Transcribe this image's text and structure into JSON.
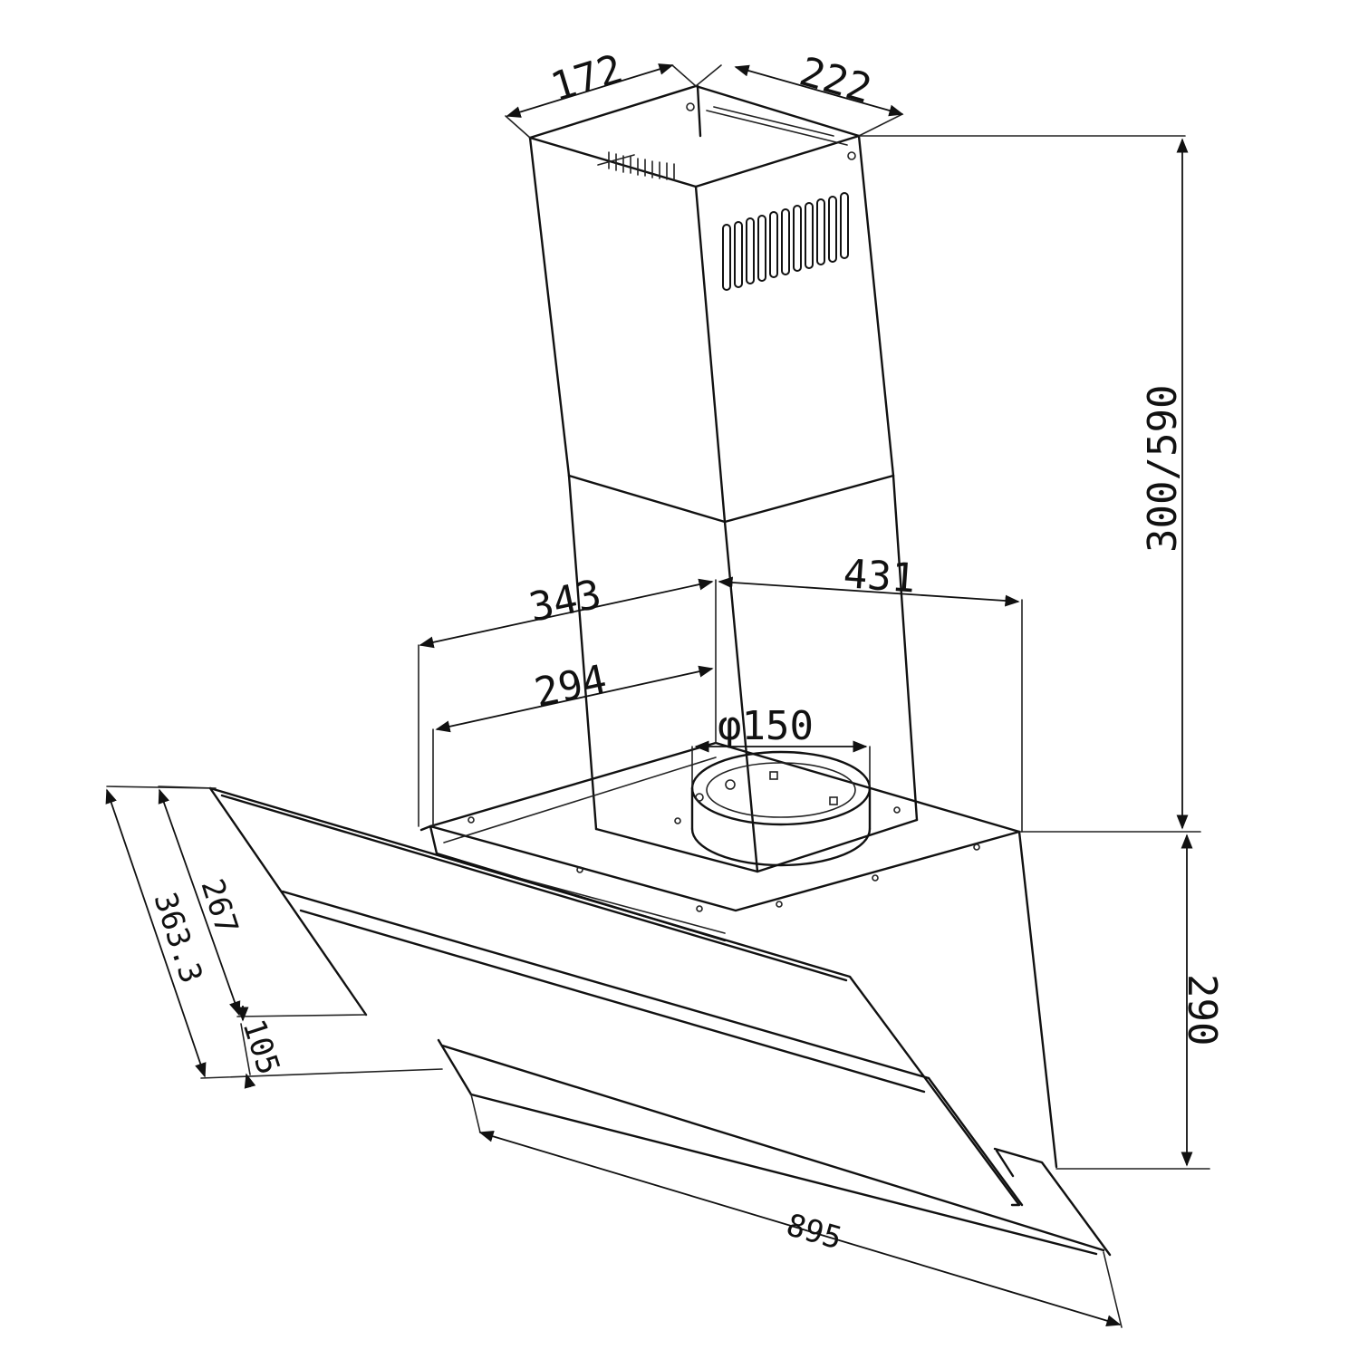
{
  "dimensions": {
    "chimney_depth": "172",
    "chimney_width": "222",
    "chimney_height": "300/590",
    "hood_depth_outer": "343",
    "hood_depth_inner": "294",
    "hood_width_back": "431",
    "duct_diameter": "φ150",
    "canopy_height": "290",
    "glass_width": "895",
    "glass_depth_outer": "363.3",
    "glass_depth_inner": "267",
    "glass_lip": "105"
  }
}
